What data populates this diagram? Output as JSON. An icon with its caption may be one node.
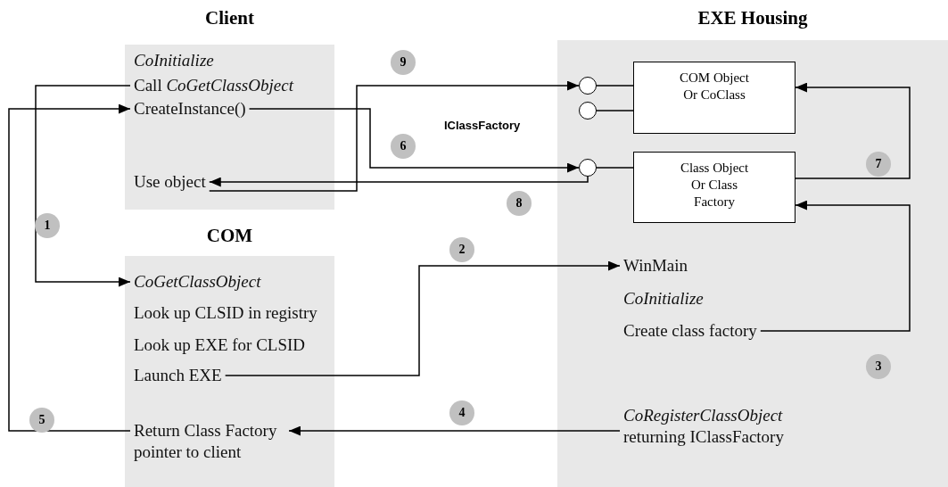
{
  "diagram": {
    "nodes": [
      {
        "text": [
          "Client"
        ]
      },
      {
        "text": [
          "CoInitialize"
        ],
        "in": 0
      },
      {
        "text": [
          "Call *CoGetClassObject*"
        ],
        "in": 0
      },
      {
        "text": [
          "CreateInstance()"
        ],
        "in": 0
      },
      {
        "text": [
          "Use object"
        ],
        "in": 0
      },
      {
        "text": [
          "COM"
        ]
      },
      {
        "text": [
          "CoGetClassObject"
        ],
        "in": 5
      },
      {
        "text": [
          "Look up CLSID in registry"
        ],
        "in": 5
      },
      {
        "text": [
          "Look up EXE for CLSID"
        ],
        "in": 5
      },
      {
        "text": [
          "Launch EXE"
        ],
        "in": 5
      },
      {
        "text": [
          "Return Class Factory pointer to client"
        ],
        "in": 5
      },
      {
        "text": [
          "EXE Housing"
        ]
      },
      {
        "text": [
          "COM Object Or CoClass"
        ],
        "in": 11
      },
      {
        "text": [
          "Class Object Or Class Factory"
        ],
        "in": 11
      },
      {
        "text": [
          "WinMain"
        ],
        "in": 11
      },
      {
        "text": [
          "CoInitialize"
        ],
        "in": 11
      },
      {
        "text": [
          "Create class factory"
        ],
        "in": 11
      },
      {
        "text": [
          "*CoRegisterClassObject* returning IClassFactory"
        ],
        "in": 11
      },
      {
        "text": [],
        "shape": "circle",
        "in": 11
      },
      {
        "text": [],
        "shape": "circle",
        "in": 11
      },
      {
        "text": [],
        "shape": "circle",
        "in": 11
      }
    ],
    "edges": [
      {
        "from": 2,
        "to": 6,
        "arrow": "to",
        "label": "1"
      },
      {
        "from": 9,
        "to": 14,
        "arrow": "to",
        "label": "2"
      },
      {
        "from": 16,
        "to": 13,
        "arrow": "to",
        "label": "3"
      },
      {
        "from": 17,
        "to": 10,
        "arrow": "to",
        "label": "4"
      },
      {
        "from": 10,
        "to": 3,
        "arrow": "to",
        "label": "5"
      },
      {
        "from": 3,
        "to": 20,
        "arrow": "to",
        "label": "6"
      },
      {
        "from": 13,
        "to": 12,
        "arrow": "to",
        "label": "7"
      },
      {
        "from": 20,
        "to": 4,
        "arrow": "to",
        "label": "8"
      },
      {
        "from": 4,
        "to": 18,
        "arrow": "to",
        "label": "9"
      },
      {
        "from": 18,
        "to": 12,
        "arrow": "none"
      },
      {
        "from": 19,
        "to": 12,
        "arrow": "none"
      },
      {
        "from": 20,
        "to": 13,
        "arrow": "none"
      }
    ],
    "labels": [
      "IClassFactory"
    ]
  }
}
